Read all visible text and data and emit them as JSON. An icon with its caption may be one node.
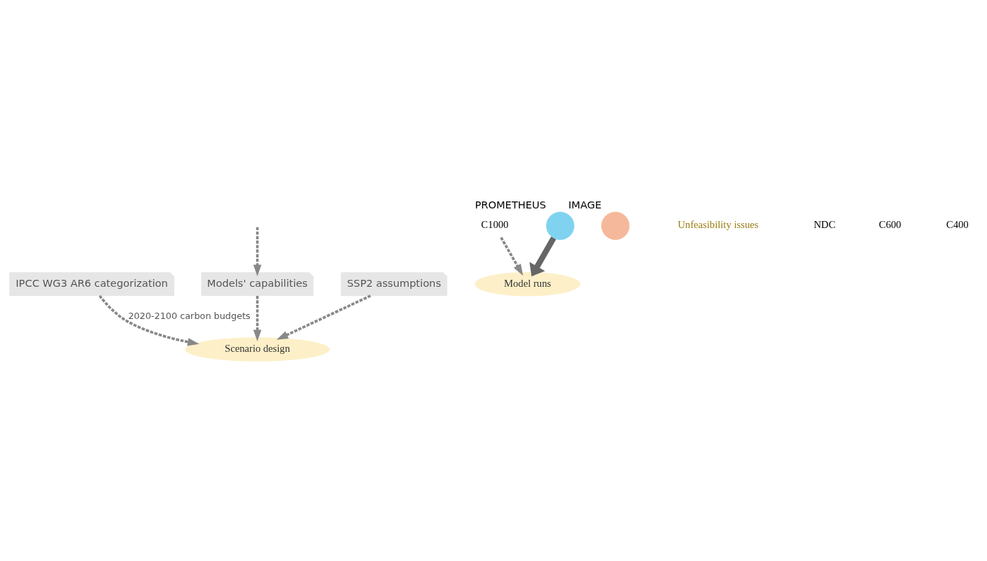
{
  "diagram": {
    "nodes": [
      {
        "text": [
          "IPCC WG3 AR6 categorization"
        ]
      },
      {
        "text": [
          "Models' capabilities"
        ]
      },
      {
        "text": [
          "SSP2 assumptions"
        ]
      },
      {
        "text": [
          "Scenario design"
        ]
      },
      {
        "text": [
          "C1000"
        ]
      },
      {
        "text": [],
        "shape": "circle",
        "beside": [
          "IMAGE"
        ]
      },
      {
        "text": [],
        "shape": "circle",
        "beside": [
          "PROMETHEUS"
        ]
      },
      {
        "text": [
          "Model runs"
        ]
      }
    ],
    "edges": [
      {
        "from": 0,
        "to": 3,
        "arrow": "to",
        "style": "dashed",
        "label": "2020-2100 carbon budgets"
      },
      {
        "from": 1,
        "to": 3,
        "arrow": "to",
        "style": "dashed"
      },
      {
        "from": 2,
        "to": 3,
        "arrow": "to",
        "style": "dashed"
      },
      {
        "from": null,
        "to": 1,
        "arrow": "to",
        "style": "dashed"
      },
      {
        "from": 4,
        "to": 7,
        "arrow": "to",
        "style": "dashed"
      },
      {
        "from": 6,
        "to": 7,
        "arrow": "to",
        "style": "thick",
        "color": "#666666"
      }
    ],
    "labels": [
      "Unfeasibility issues",
      "NDC",
      "C600",
      "C400"
    ]
  }
}
